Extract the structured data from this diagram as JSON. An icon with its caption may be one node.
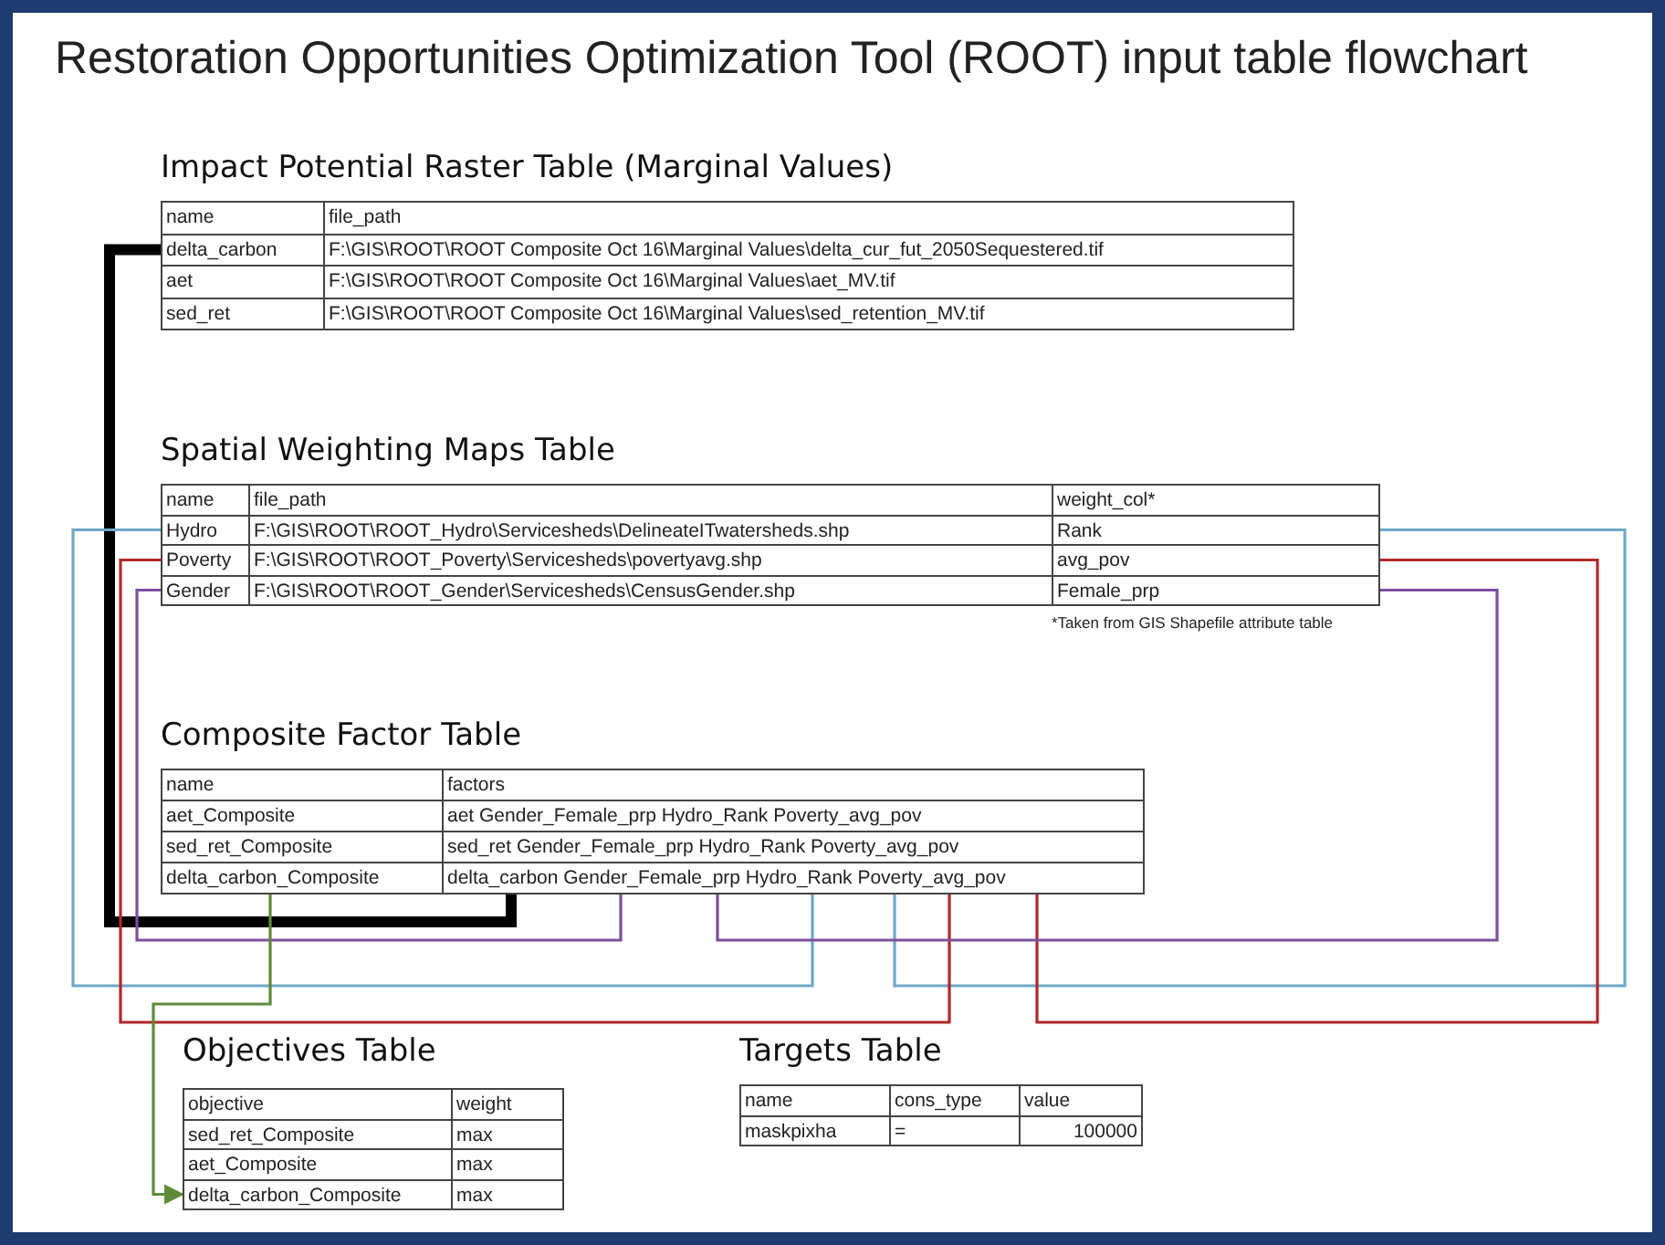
{
  "diagram": {
    "title": "Restoration Opportunities Optimization Tool (ROOT) input table flowchart",
    "nodes": [
      {
        "text": [
          "Impact Potential Raster Table (Marginal Values)"
        ]
      },
      {
        "text": [
          "name"
        ],
        "in": 0
      },
      {
        "text": [
          "file_path"
        ],
        "in": 0
      },
      {
        "text": [
          "delta_carbon"
        ],
        "in": 0
      },
      {
        "text": [
          "F:\\GIS\\ROOT\\ROOT Composite Oct 16\\Marginal Values\\delta_cur_fut_2050Sequestered.tif"
        ],
        "in": 0
      },
      {
        "text": [
          "aet"
        ],
        "in": 0
      },
      {
        "text": [
          "F:\\GIS\\ROOT\\ROOT Composite Oct 16\\Marginal Values\\aet_MV.tif"
        ],
        "in": 0
      },
      {
        "text": [
          "sed_ret"
        ],
        "in": 0
      },
      {
        "text": [
          "F:\\GIS\\ROOT\\ROOT Composite Oct 16\\Marginal Values\\sed_retention_MV.tif"
        ],
        "in": 0
      },
      {
        "text": [
          "Spatial Weighting Maps Table"
        ],
        "beside": [
          "*Taken from GIS Shapefile attribute table"
        ]
      },
      {
        "text": [
          "name"
        ],
        "in": 9
      },
      {
        "text": [
          "file_path"
        ],
        "in": 9
      },
      {
        "text": [
          "weight_col*"
        ],
        "in": 9
      },
      {
        "text": [
          "Hydro"
        ],
        "in": 9
      },
      {
        "text": [
          "F:\\GIS\\ROOT\\ROOT_Hydro\\Servicesheds\\DelineateITwatersheds.shp"
        ],
        "in": 9
      },
      {
        "text": [
          "Rank"
        ],
        "in": 9
      },
      {
        "text": [
          "Poverty"
        ],
        "in": 9
      },
      {
        "text": [
          "F:\\GIS\\ROOT\\ROOT_Poverty\\Servicesheds\\povertyavg.shp"
        ],
        "in": 9
      },
      {
        "text": [
          "avg_pov"
        ],
        "in": 9
      },
      {
        "text": [
          "Gender"
        ],
        "in": 9
      },
      {
        "text": [
          "F:\\GIS\\ROOT\\ROOT_Gender\\Servicesheds\\CensusGender.shp"
        ],
        "in": 9
      },
      {
        "text": [
          "Female_prp"
        ],
        "in": 9
      },
      {
        "text": [
          "Composite Factor Table"
        ]
      },
      {
        "text": [
          "name"
        ],
        "in": 22
      },
      {
        "text": [
          "factors"
        ],
        "in": 22
      },
      {
        "text": [
          "aet_Composite"
        ],
        "in": 22
      },
      {
        "text": [
          "aet Gender_Female_prp Hydro_Rank Poverty_avg_pov"
        ],
        "in": 22
      },
      {
        "text": [
          "sed_ret_Composite"
        ],
        "in": 22
      },
      {
        "text": [
          "sed_ret Gender_Female_prp Hydro_Rank Poverty_avg_pov"
        ],
        "in": 22
      },
      {
        "text": [
          "delta_carbon_Composite"
        ],
        "in": 22
      },
      {
        "text": [
          "delta_carbon Gender_Female_prp Hydro_Rank Poverty_avg_pov"
        ],
        "in": 22
      },
      {
        "text": [
          "Objectives Table"
        ]
      },
      {
        "text": [
          "objective"
        ],
        "in": 31
      },
      {
        "text": [
          "weight"
        ],
        "in": 31
      },
      {
        "text": [
          "sed_ret_Composite"
        ],
        "in": 31
      },
      {
        "text": [
          "max"
        ],
        "in": 31
      },
      {
        "text": [
          "aet_Composite"
        ],
        "in": 31
      },
      {
        "text": [
          "max"
        ],
        "in": 31
      },
      {
        "text": [
          "delta_carbon_Composite"
        ],
        "in": 31
      },
      {
        "text": [
          "max"
        ],
        "in": 31
      },
      {
        "text": [
          "Targets Table"
        ]
      },
      {
        "text": [
          "name"
        ],
        "in": 40
      },
      {
        "text": [
          "cons_type"
        ],
        "in": 40
      },
      {
        "text": [
          "value"
        ],
        "in": 40
      },
      {
        "text": [
          "maskpixha"
        ],
        "in": 40
      },
      {
        "text": [
          "="
        ],
        "in": 40
      },
      {
        "text": [
          "100000"
        ],
        "in": 40
      }
    ],
    "edges": [
      {
        "from": 3,
        "to": 30,
        "arrow": "none",
        "style": "thick",
        "color": "#000000"
      },
      {
        "from": 13,
        "to": 30,
        "arrow": "none",
        "color": "#6fa8c8"
      },
      {
        "from": 15,
        "to": 30,
        "arrow": "none",
        "color": "#6fa8c8"
      },
      {
        "from": 16,
        "to": 30,
        "arrow": "none",
        "color": "#b0282a"
      },
      {
        "from": 18,
        "to": 30,
        "arrow": "none",
        "color": "#b0282a"
      },
      {
        "from": 19,
        "to": 30,
        "arrow": "none",
        "color": "#7d4f9e"
      },
      {
        "from": 21,
        "to": 30,
        "arrow": "none",
        "color": "#7d4f9e"
      },
      {
        "from": 29,
        "to": 38,
        "arrow": "to",
        "color": "#5e8c3a"
      }
    ]
  }
}
